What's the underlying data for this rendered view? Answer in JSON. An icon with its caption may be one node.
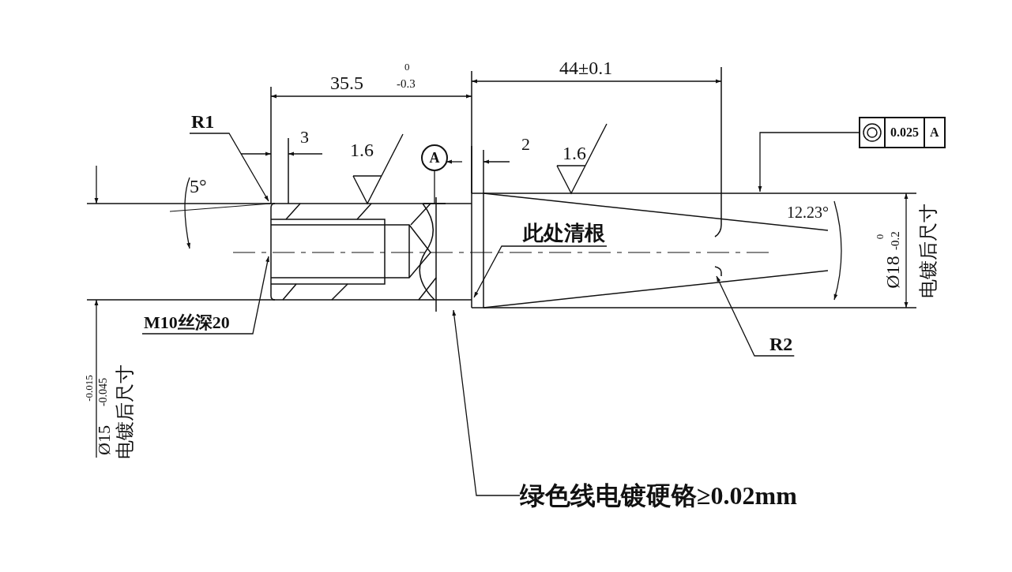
{
  "diagram": {
    "nodes": [
      {
        "text": [
          "R1"
        ]
      },
      {
        "text": [
          "M10丝深20"
        ]
      },
      {
        "text": [
          "此处清根"
        ]
      },
      {
        "text": [
          "R2"
        ]
      },
      {
        "text": [
          "绿色线电镀硬铬≥0.02mm"
        ]
      },
      {
        "text": [
          "0.025",
          "A"
        ]
      },
      {
        "text": [
          "A"
        ]
      }
    ],
    "edges": [
      {
        "from": 0,
        "to": null,
        "arrow": "to"
      },
      {
        "from": 1,
        "to": null,
        "arrow": "to"
      },
      {
        "from": 2,
        "to": null,
        "arrow": "to"
      },
      {
        "from": 3,
        "to": null,
        "arrow": "to"
      },
      {
        "from": 4,
        "to": null,
        "arrow": "to"
      },
      {
        "from": 5,
        "to": null,
        "arrow": "to"
      },
      {
        "from": 6,
        "to": null,
        "arrow": "none"
      }
    ],
    "labels": [
      "35.5",
      "0",
      "-0.3",
      "44±0.1",
      "3",
      "1.6",
      "2",
      "1.6",
      "5°",
      "12.23°",
      "Ø18",
      "0",
      "-0.2",
      "电镀后尺寸",
      "Ø15",
      "-0.015",
      "-0.045",
      "电镀后尺寸"
    ]
  }
}
